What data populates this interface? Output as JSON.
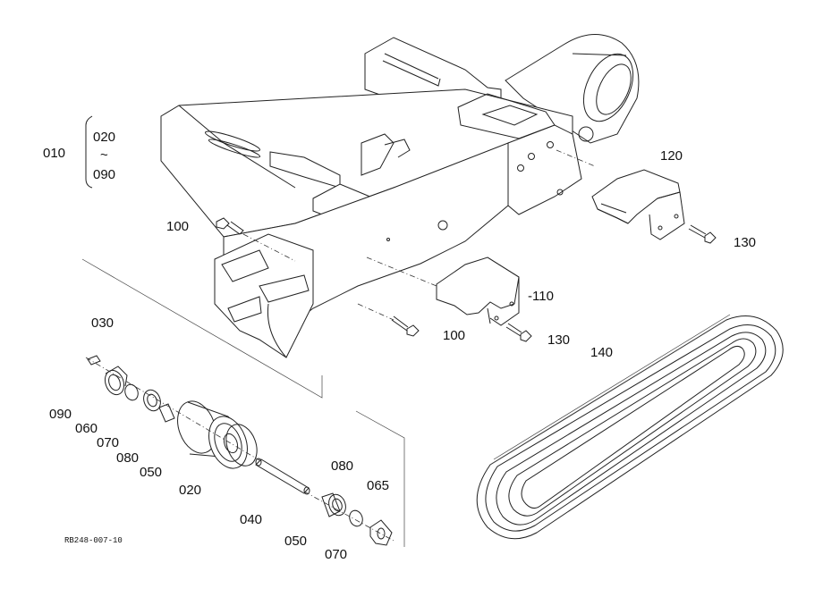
{
  "labels": {
    "l010": "010",
    "l020_top": "020",
    "tilde": "~",
    "l090_top": "090",
    "l100_a": "100",
    "l120": "120",
    "l130_a": "130",
    "l110": "-110",
    "l100_b": "100",
    "l130_b": "130",
    "l030": "030",
    "l140": "140",
    "l090": "090",
    "l060": "060",
    "l070_a": "070",
    "l080_a": "080",
    "l050_a": "050",
    "l020": "020",
    "l080_b": "080",
    "l065": "065",
    "l040": "040",
    "l050_b": "050",
    "l070_b": "070"
  },
  "reference_code": "RB248-007-10"
}
